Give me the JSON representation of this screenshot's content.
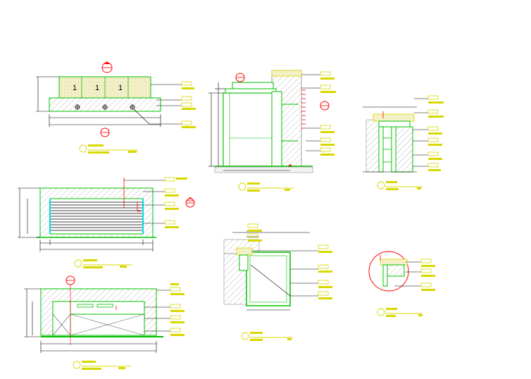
{
  "drawing": {
    "kind": "CAD detail sheet",
    "colors": {
      "background": "#ffffff",
      "outline": "#00c000",
      "annotation": "#d8d800",
      "hatch": "#808080",
      "dimension": "#000000",
      "section_marker": "#ff0000",
      "leader": "#ff0000",
      "cyan_edge": "#00e0e0",
      "stone_fill": "#f4f0c8"
    },
    "counter_digits": [
      "1",
      "1",
      "1"
    ]
  }
}
